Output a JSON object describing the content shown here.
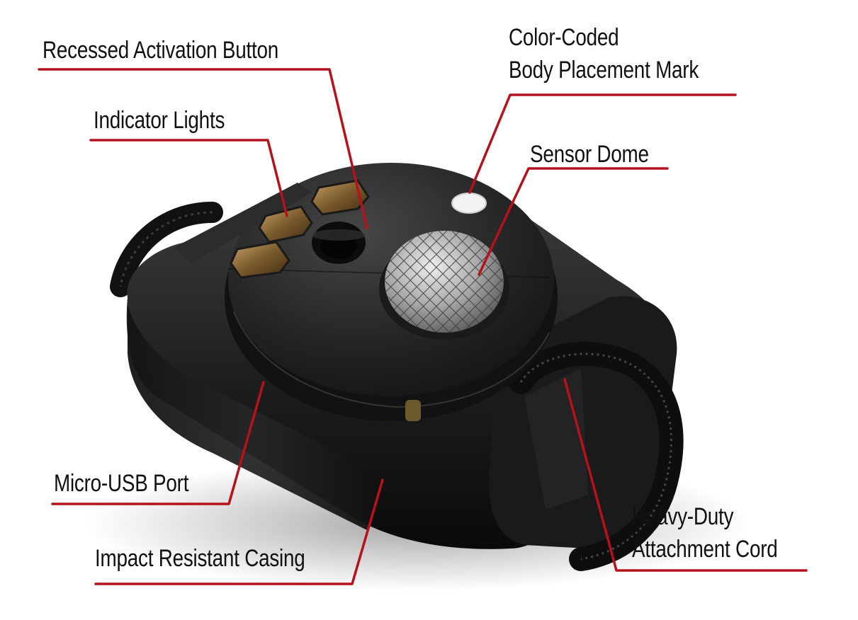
{
  "diagram": {
    "leader_color": "#b5121b",
    "labels": {
      "recessed_button": "Recessed Activation Button",
      "indicator_lights": "Indicator Lights",
      "color_coded_line1": "Color-Coded",
      "color_coded_line2": "Body Placement Mark",
      "sensor_dome": "Sensor Dome",
      "micro_usb": "Micro-USB Port",
      "impact_casing": "Impact Resistant Casing",
      "cord_line1": "Heavy-Duty",
      "cord_line2": "Attachment Cord"
    }
  }
}
